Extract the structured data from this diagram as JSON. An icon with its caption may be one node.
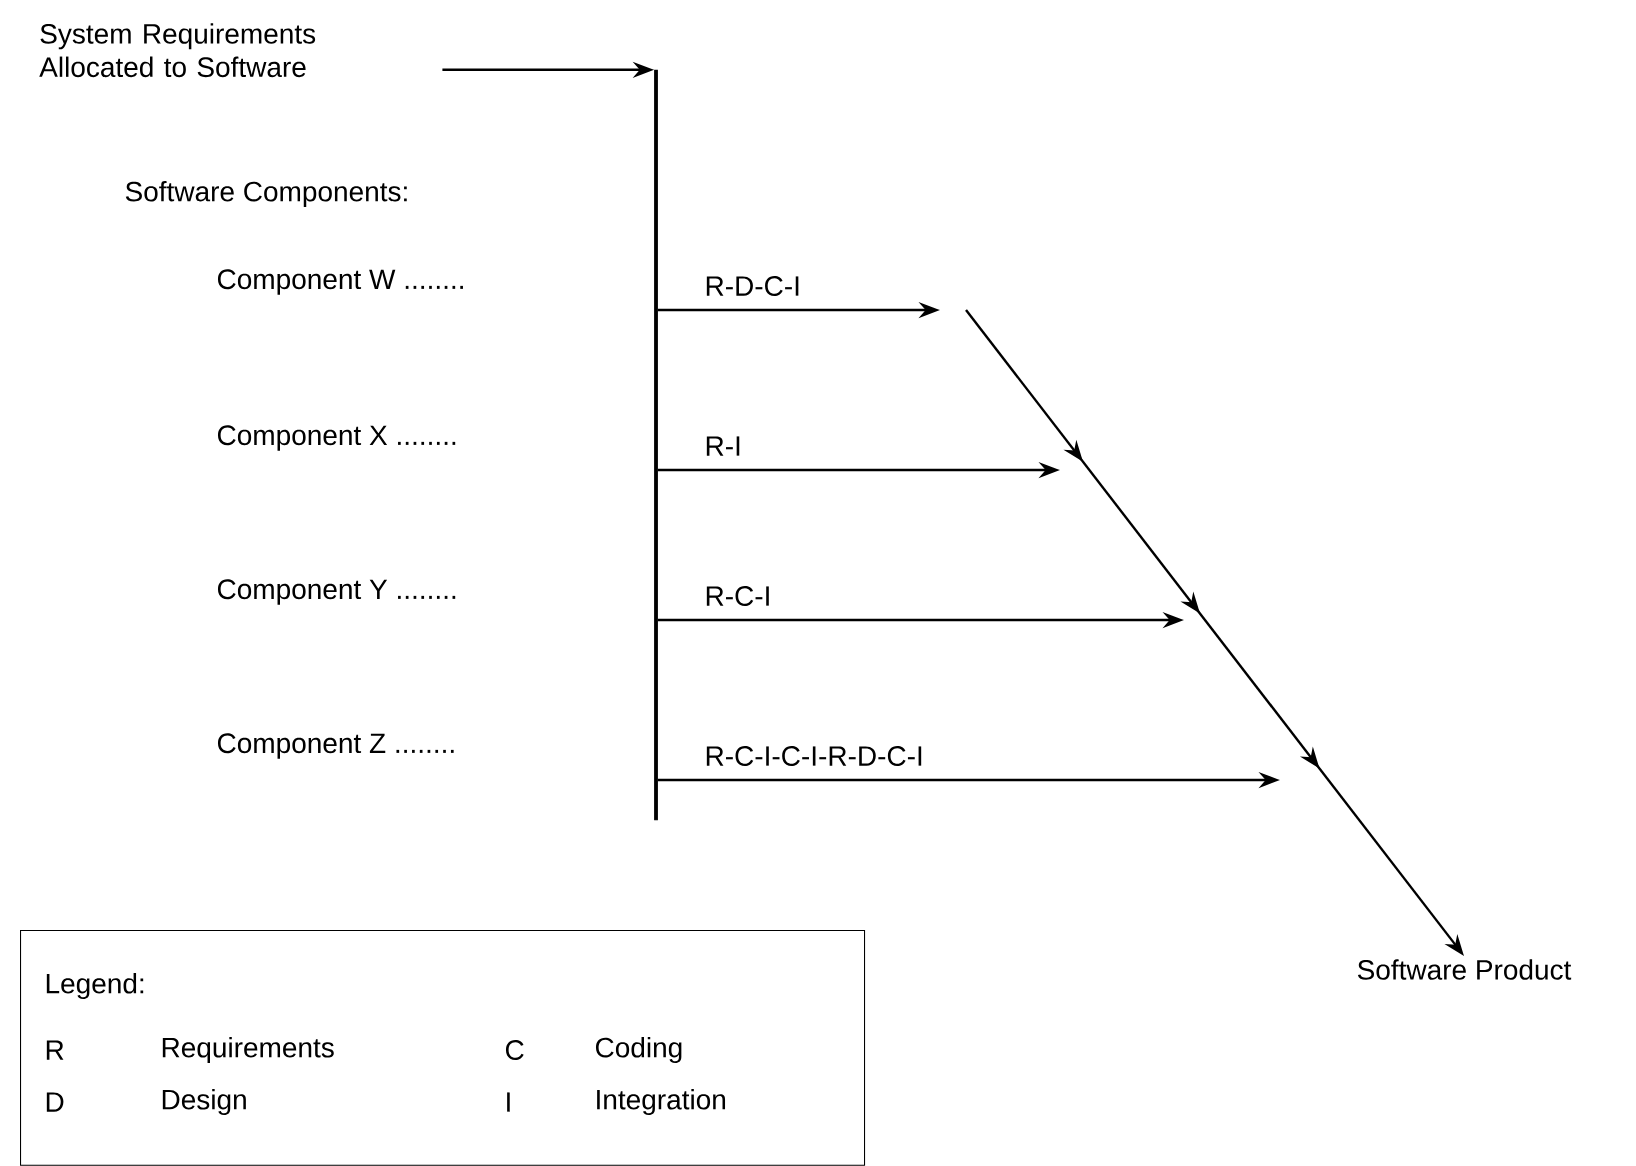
{
  "diagram": {
    "nodes": [
      {
        "text": [
          "System Requirements Allocated to Software"
        ]
      },
      {
        "text": [],
        "shape": "bar"
      },
      {
        "text": [
          "Software Product"
        ]
      },
      {
        "text": [
          "Legend:",
          "R",
          "Requirements",
          "C",
          "Coding",
          "D",
          "Design",
          "I",
          "Integration"
        ]
      }
    ],
    "edges": [
      {
        "from": 0,
        "to": 1,
        "arrow": "to"
      },
      {
        "from": 1,
        "to": null,
        "arrow": "to",
        "label": "R-D-C-I"
      },
      {
        "from": 1,
        "to": null,
        "arrow": "to",
        "label": "R-I"
      },
      {
        "from": 1,
        "to": null,
        "arrow": "to",
        "label": "R-C-I"
      },
      {
        "from": 1,
        "to": null,
        "arrow": "to",
        "label": "R-C-I-C-I-R-D-C-I"
      },
      {
        "from": null,
        "to": 2,
        "arrow": "to"
      }
    ],
    "labels": [
      "Software Components:",
      "Component W ........",
      "Component X ........",
      "Component Y ........",
      "Component Z ........"
    ]
  }
}
